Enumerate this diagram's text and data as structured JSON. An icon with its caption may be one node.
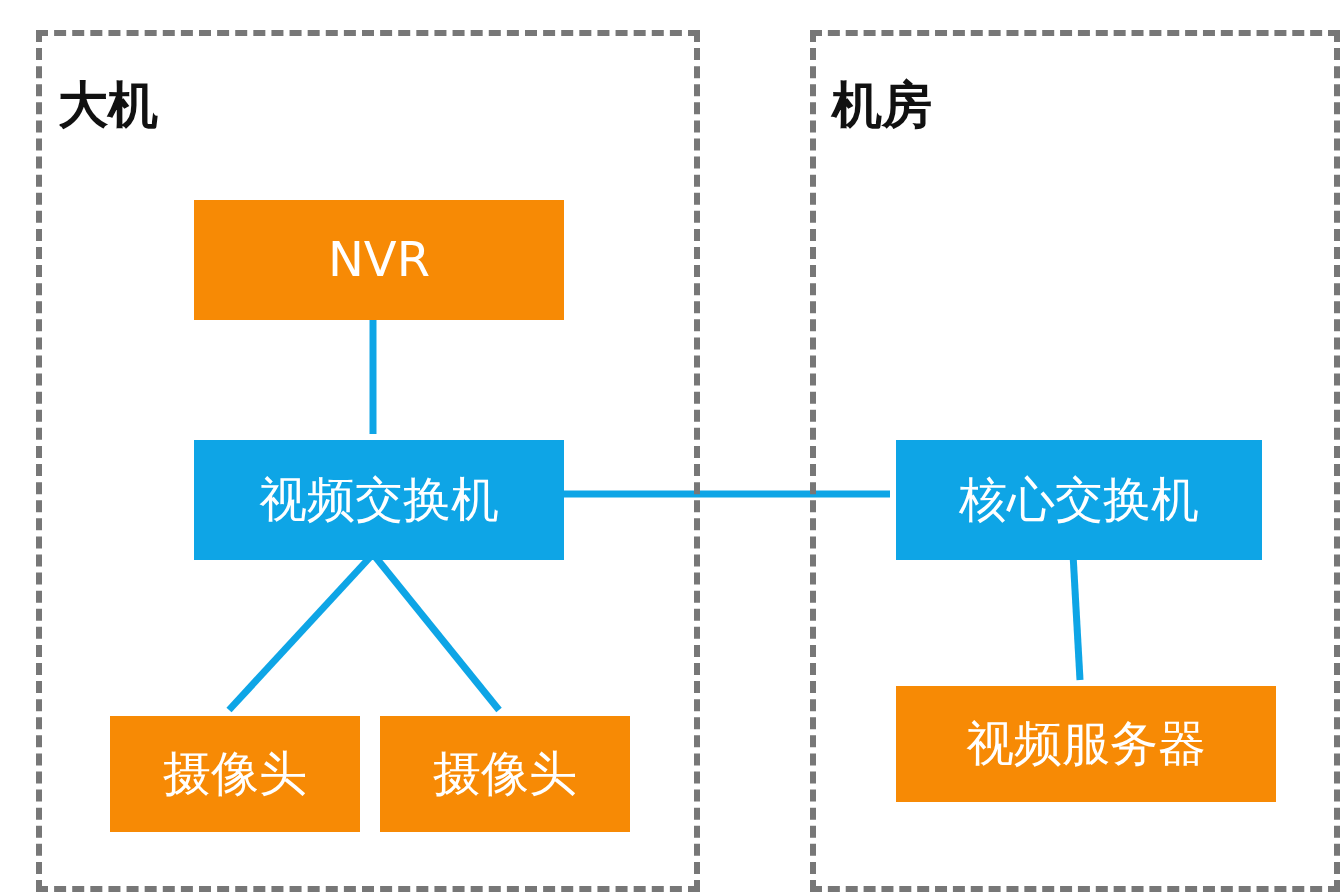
{
  "diagram": {
    "nodes": [
      {
        "text": [
          "大机"
        ]
      },
      {
        "text": [
          "NVR"
        ],
        "in": 0
      },
      {
        "text": [
          "视频交换机"
        ],
        "in": 0
      },
      {
        "text": [
          "摄像头"
        ],
        "in": 0
      },
      {
        "text": [
          "摄像头"
        ],
        "in": 0
      },
      {
        "text": [
          "机房"
        ]
      },
      {
        "text": [
          "核心交换机"
        ],
        "in": 5
      },
      {
        "text": [
          "视频服务器"
        ],
        "in": 5
      }
    ],
    "edges": [
      {
        "from": 1,
        "to": 2,
        "arrow": "none"
      },
      {
        "from": 2,
        "to": 3,
        "arrow": "none"
      },
      {
        "from": 2,
        "to": 4,
        "arrow": "none"
      },
      {
        "from": 2,
        "to": 6,
        "arrow": "none"
      },
      {
        "from": 6,
        "to": 7,
        "arrow": "none"
      }
    ]
  }
}
